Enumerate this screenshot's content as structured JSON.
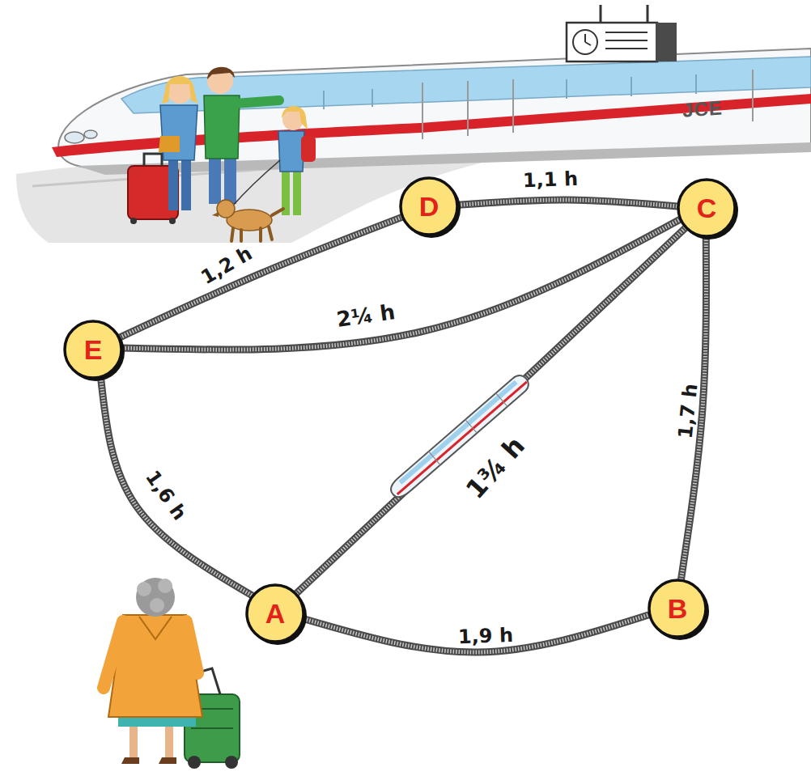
{
  "diagram": {
    "nodes": [
      {
        "text": [
          "D"
        ]
      },
      {
        "text": [
          "C"
        ]
      },
      {
        "text": [
          "E"
        ]
      },
      {
        "text": [
          "A"
        ]
      },
      {
        "text": [
          "B"
        ]
      }
    ],
    "edges": [
      {
        "from": 2,
        "to": 0,
        "arrow": "none",
        "label": "1,2 h"
      },
      {
        "from": 0,
        "to": 1,
        "arrow": "none",
        "label": "1,1 h"
      },
      {
        "from": 2,
        "to": 1,
        "arrow": "none",
        "label": "2¼ h"
      },
      {
        "from": 3,
        "to": 1,
        "arrow": "none",
        "label": "1¾ h"
      },
      {
        "from": 1,
        "to": 4,
        "arrow": "none",
        "label": "1,7 h"
      },
      {
        "from": 2,
        "to": 3,
        "arrow": "none",
        "label": "1,6 h"
      },
      {
        "from": 3,
        "to": 4,
        "arrow": "none",
        "label": "1,9 h"
      }
    ],
    "labels": [
      "JCE"
    ]
  }
}
